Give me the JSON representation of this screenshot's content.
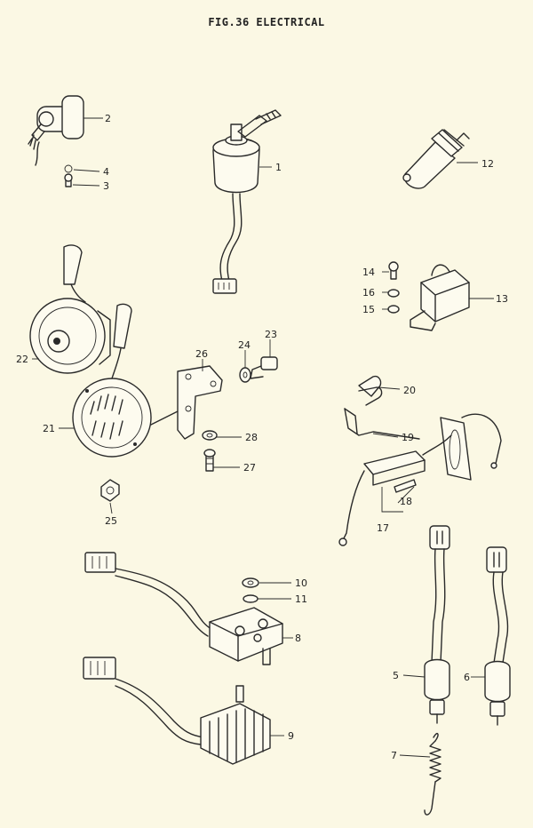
{
  "title": "FIG.36  ELECTRICAL",
  "callouts": [
    "1",
    "2",
    "3",
    "4",
    "5",
    "6",
    "7",
    "8",
    "9",
    "10",
    "11",
    "12",
    "13",
    "14",
    "15",
    "16",
    "17",
    "18",
    "19",
    "20",
    "21",
    "22",
    "23",
    "24",
    "25",
    "26",
    "27",
    "28"
  ]
}
